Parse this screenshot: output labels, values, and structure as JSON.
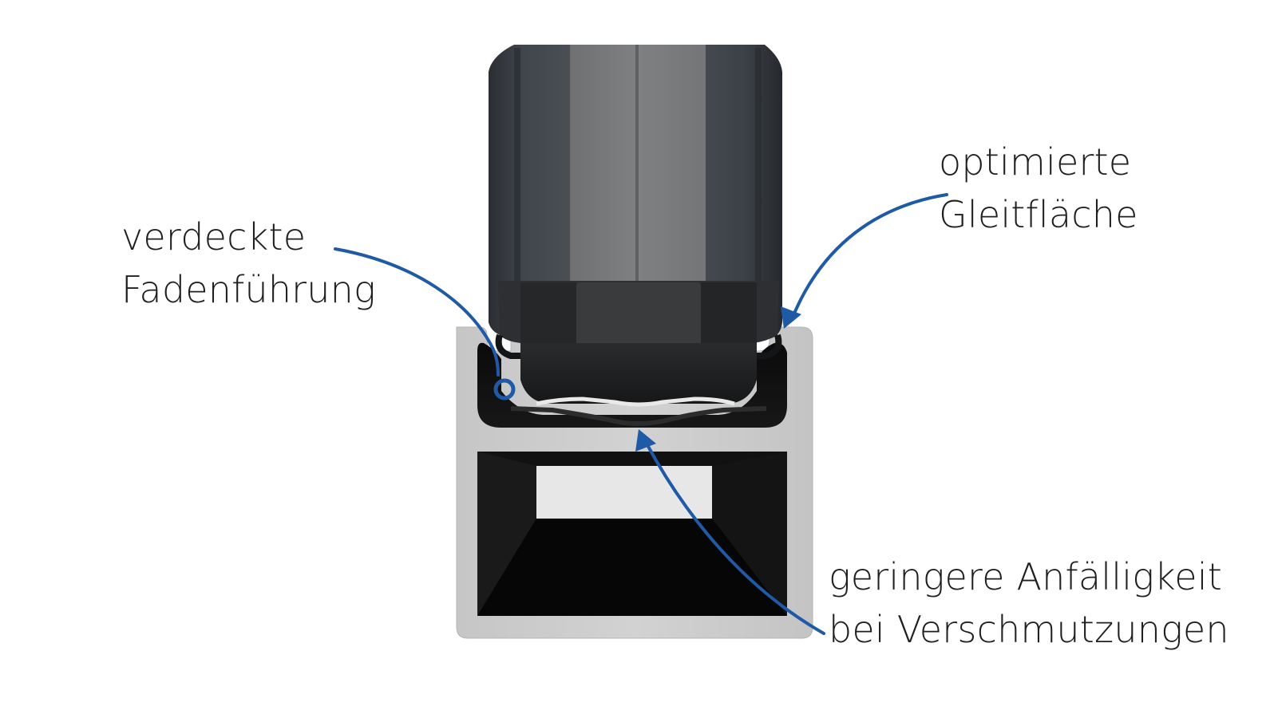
{
  "annotations": {
    "hidden_thread_guide": {
      "line1": "verdeckte",
      "line2": "Fadenführung"
    },
    "optimized_glide_surface": {
      "line1": "optimierte",
      "line2": "Gleitfläche"
    },
    "dirt_resistance": {
      "line1": "geringere Anfälligkeit",
      "line2": "bei Verschmutzungen"
    }
  },
  "colors": {
    "arrow": "#1f5aa6",
    "profile_rail": "#c9c9c9",
    "glider_body": "#3c4045",
    "glider_highlight": "#7b7c7e",
    "text": "#1f1f1f"
  },
  "icons": {
    "thread_guide_marker": "circle-marker-icon",
    "arrow_heads": "arrow-head-icon"
  }
}
